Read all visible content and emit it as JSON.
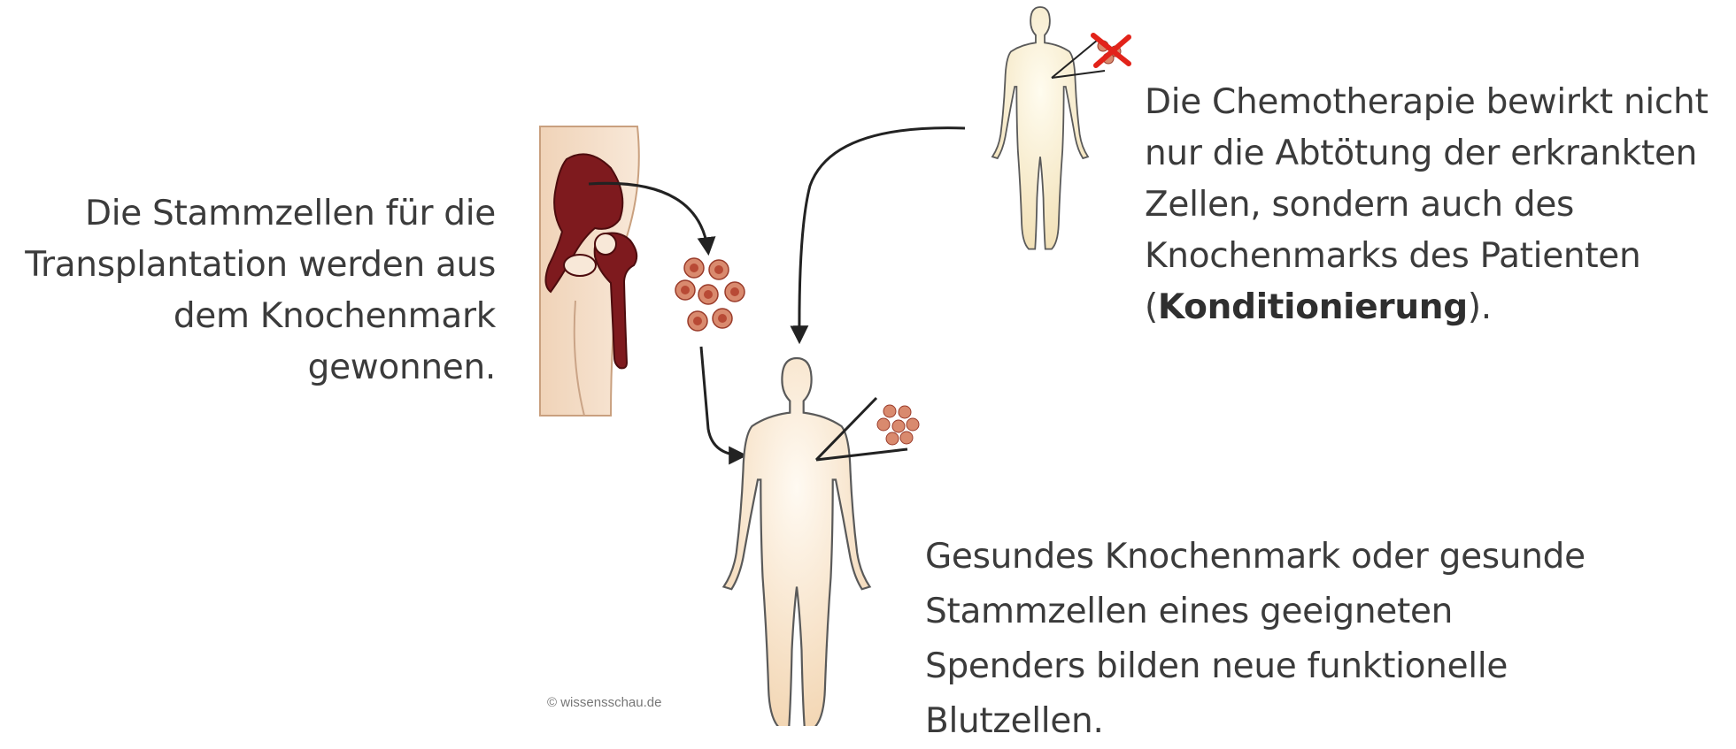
{
  "left_text": {
    "line1": "Die Stammzellen für die",
    "line2": "Transplantation werden aus",
    "line3": "dem Knochenmark",
    "line4": "gewonnen."
  },
  "top_right_text": {
    "line1": "Die Chemotherapie bewirkt nicht",
    "line2": "nur die Abtötung der erkrankten",
    "line3": "Zellen, sondern auch des",
    "line4": "Knochenmarks des Patienten",
    "line5_open": "(",
    "line5_bold": "Konditionierung",
    "line5_close": ")."
  },
  "bottom_text": {
    "line1": "Gesundes Knochenmark oder gesunde",
    "line2": "Stammzellen eines geeigneten",
    "line3": "Spenders bilden neue funktionelle",
    "line4": "Blutzellen."
  },
  "credit": "© wissensschau.de",
  "colors": {
    "skin": "#f6e6d3",
    "bone": "#7e1a1e",
    "cell_outer": "#d98a6e",
    "cell_inner": "#b84a35",
    "arrow": "#222222",
    "cross": "#e2231a"
  }
}
